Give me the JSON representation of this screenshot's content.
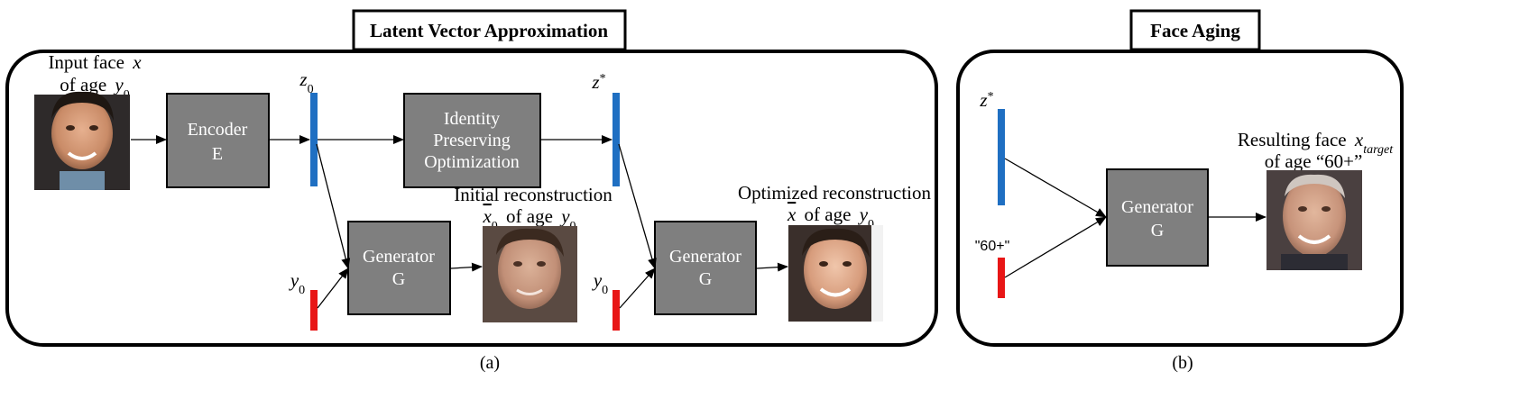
{
  "panels": {
    "a": {
      "title": "Latent Vector Approximation",
      "caption": "(a)"
    },
    "b": {
      "title": "Face Aging",
      "caption": "(b)"
    }
  },
  "labels": {
    "input_face_line1": "Input face",
    "input_face_var": "x",
    "input_face_line2": "of age",
    "input_face_age_var": "y",
    "input_face_age_sub": "0",
    "z0_var": "z",
    "z0_sub": "0",
    "zstar_var": "z",
    "zstar_sup": "*",
    "y0_var": "y",
    "y0_sub": "0",
    "initial_recon_line1": "Initial reconstruction",
    "initial_recon_var": "x",
    "initial_recon_sub": "0",
    "initial_recon_line2": "of age",
    "initial_recon_age_var": "y",
    "initial_recon_age_sub": "0",
    "optimized_recon_line1": "Optimized reconstruction",
    "optimized_recon_var": "x",
    "optimized_recon_line2": "of age",
    "optimized_recon_age_var": "y",
    "optimized_recon_age_sub": "0",
    "zstar_b_var": "z",
    "zstar_b_sup": "*",
    "age_60_label": "\"60+\"",
    "resulting_face_line1": "Resulting face",
    "resulting_face_var": "x",
    "resulting_face_sub": "target",
    "resulting_face_line2": "of age “60+”"
  },
  "boxes": {
    "encoder_line1": "Encoder",
    "encoder_line2": "E",
    "identity_line1": "Identity",
    "identity_line2": "Preserving",
    "identity_line3": "Optimization",
    "generator1_line1": "Generator",
    "generator1_line2": "G",
    "generator2_line1": "Generator",
    "generator2_line2": "G",
    "generator3_line1": "Generator",
    "generator3_line2": "G"
  },
  "colors": {
    "box_fill": "#7f7f7f",
    "latent_bar": "#1f6fc2",
    "age_bar": "#e81616",
    "frame": "#000000"
  },
  "icons": {
    "faces": [
      "face-photo-input",
      "face-photo-initial-reconstruction",
      "face-photo-optimized-reconstruction",
      "face-photo-aged-result"
    ]
  }
}
